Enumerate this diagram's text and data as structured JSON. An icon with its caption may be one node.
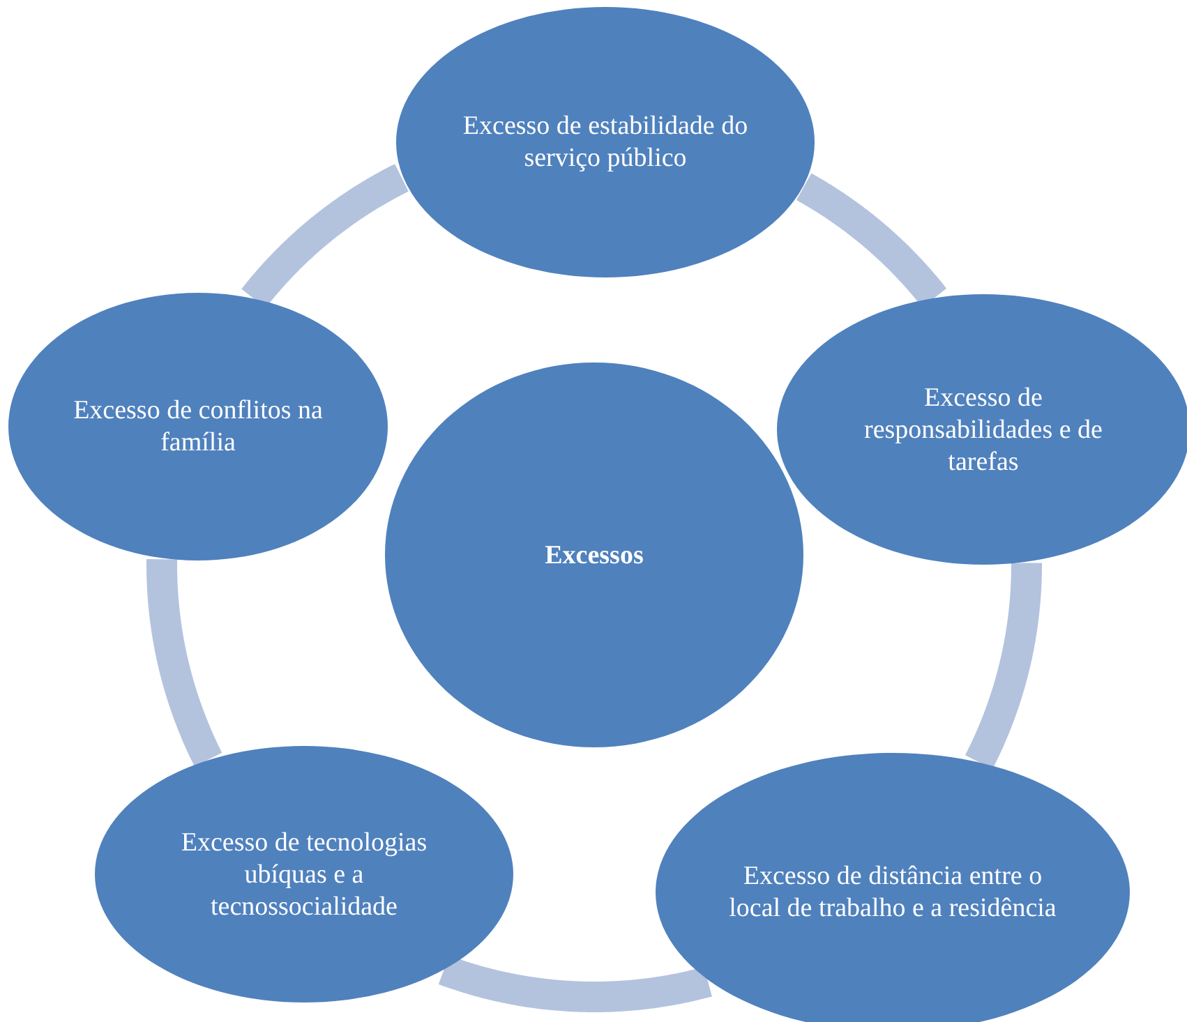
{
  "diagram": {
    "nodes": [
      {
        "text": [
          "Excessos"
        ]
      },
      {
        "text": [
          "Excesso de estabilidade do serviço público"
        ]
      },
      {
        "text": [
          "Excesso de responsabilidades e de tarefas"
        ]
      },
      {
        "text": [
          "Excesso de distância entre o local de trabalho e a residência"
        ]
      },
      {
        "text": [
          "Excesso de tecnologias ubíquas e a tecnossocialidade"
        ]
      },
      {
        "text": [
          "Excesso de conflitos na família"
        ]
      }
    ],
    "edges": [
      {
        "from": 1,
        "to": 2,
        "arrow": "none"
      },
      {
        "from": 2,
        "to": 3,
        "arrow": "none"
      },
      {
        "from": 3,
        "to": 4,
        "arrow": "none"
      },
      {
        "from": 4,
        "to": 5,
        "arrow": "none"
      },
      {
        "from": 5,
        "to": 1,
        "arrow": "none"
      }
    ]
  }
}
